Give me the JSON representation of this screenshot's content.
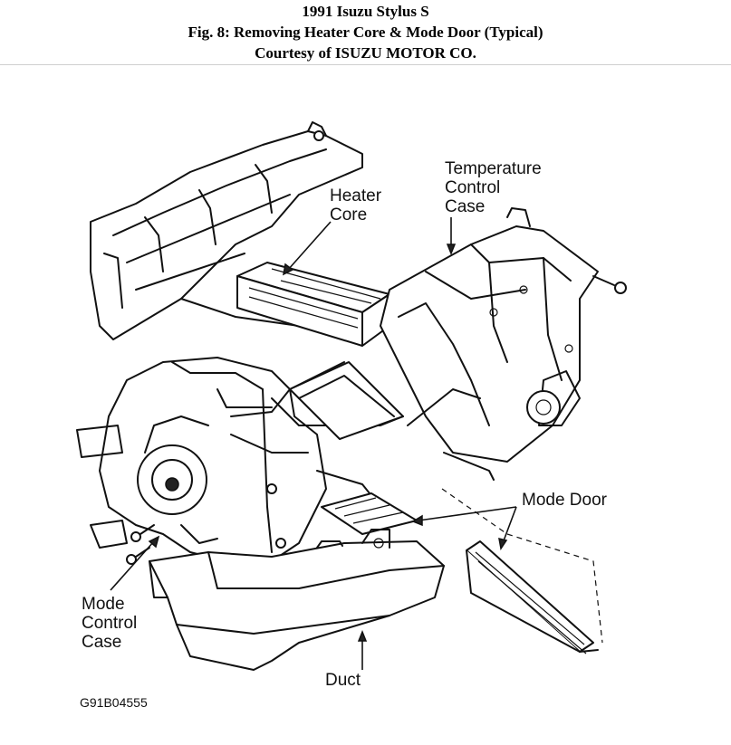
{
  "header": {
    "line1": "1991 Isuzu Stylus S",
    "line2": "Fig. 8: Removing Heater Core & Mode Door (Typical)",
    "line3": "Courtesy of ISUZU MOTOR CO."
  },
  "labels": {
    "temperature_control_case": "Temperature\nControl\nCase",
    "heater_core": "Heater\nCore",
    "mode_door": "Mode Door",
    "mode_control_case": "Mode\nControl\nCase",
    "duct": "Duct"
  },
  "figure_code": "G91B04555"
}
